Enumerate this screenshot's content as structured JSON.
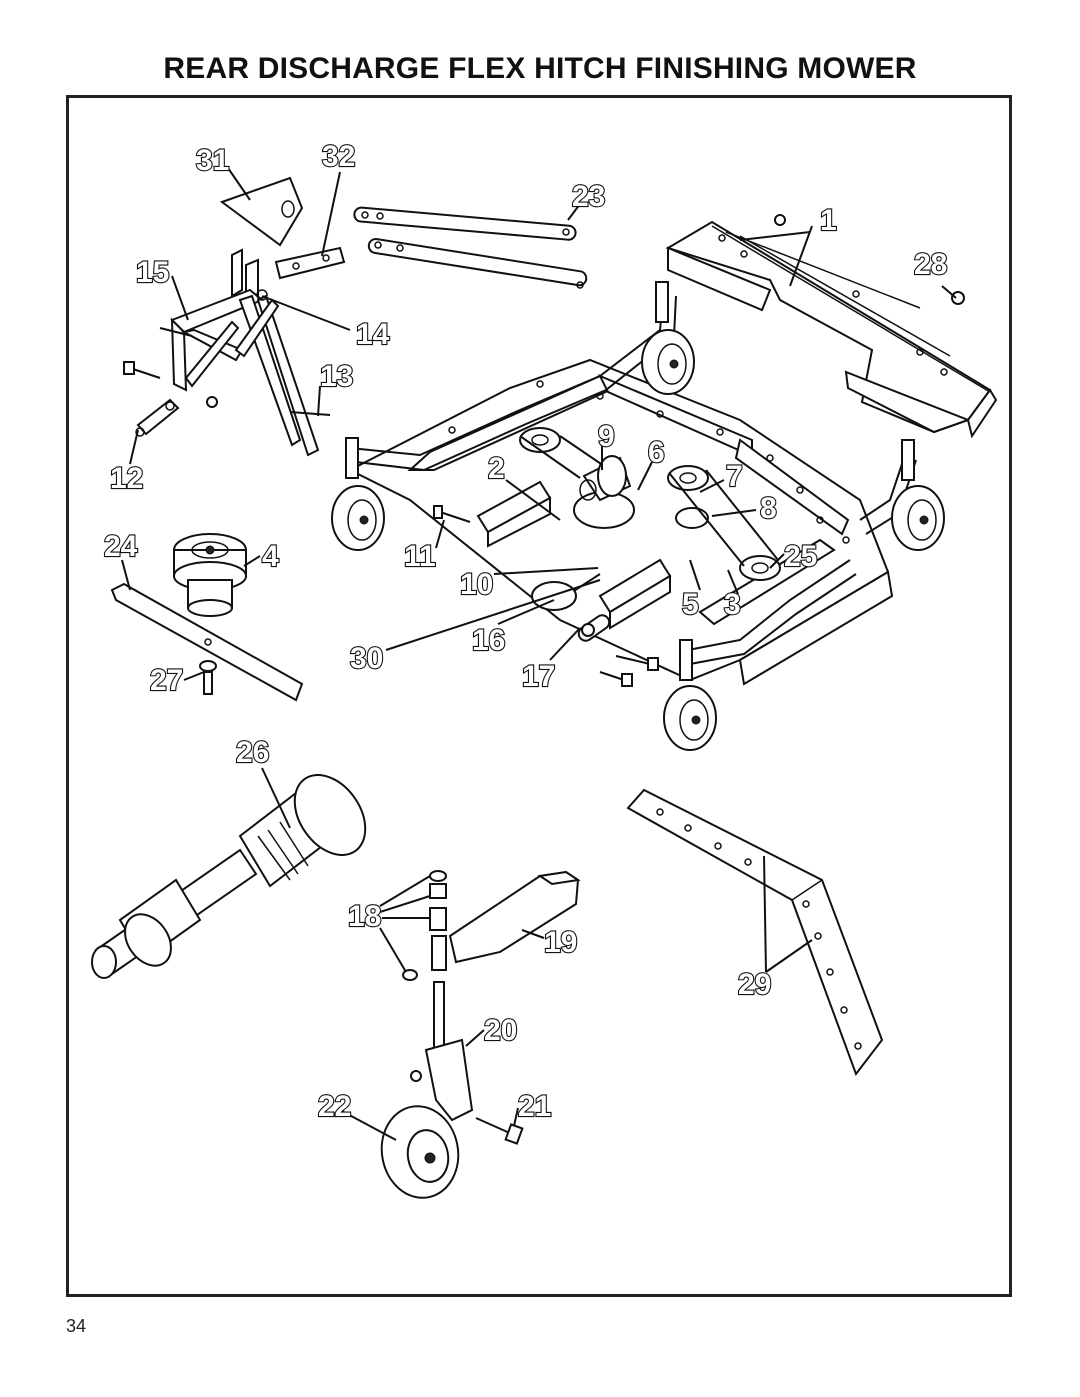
{
  "page": {
    "title": "REAR DISCHARGE FLEX HITCH  FINISHING MOWER",
    "page_number": "34"
  },
  "callouts": {
    "c1": "1",
    "c2": "2",
    "c3": "3",
    "c4": "4",
    "c5": "5",
    "c6": "6",
    "c7": "7",
    "c8": "8",
    "c9": "9",
    "c10": "10",
    "c11": "11",
    "c12": "12",
    "c13": "13",
    "c14": "14",
    "c15": "15",
    "c16": "16",
    "c17": "17",
    "c18": "18",
    "c19": "19",
    "c20": "20",
    "c21": "21",
    "c22": "22",
    "c23": "23",
    "c24": "24",
    "c25": "25",
    "c26": "26",
    "c27": "27",
    "c28": "28",
    "c29": "29",
    "c30": "30",
    "c31": "31",
    "c32": "32"
  }
}
